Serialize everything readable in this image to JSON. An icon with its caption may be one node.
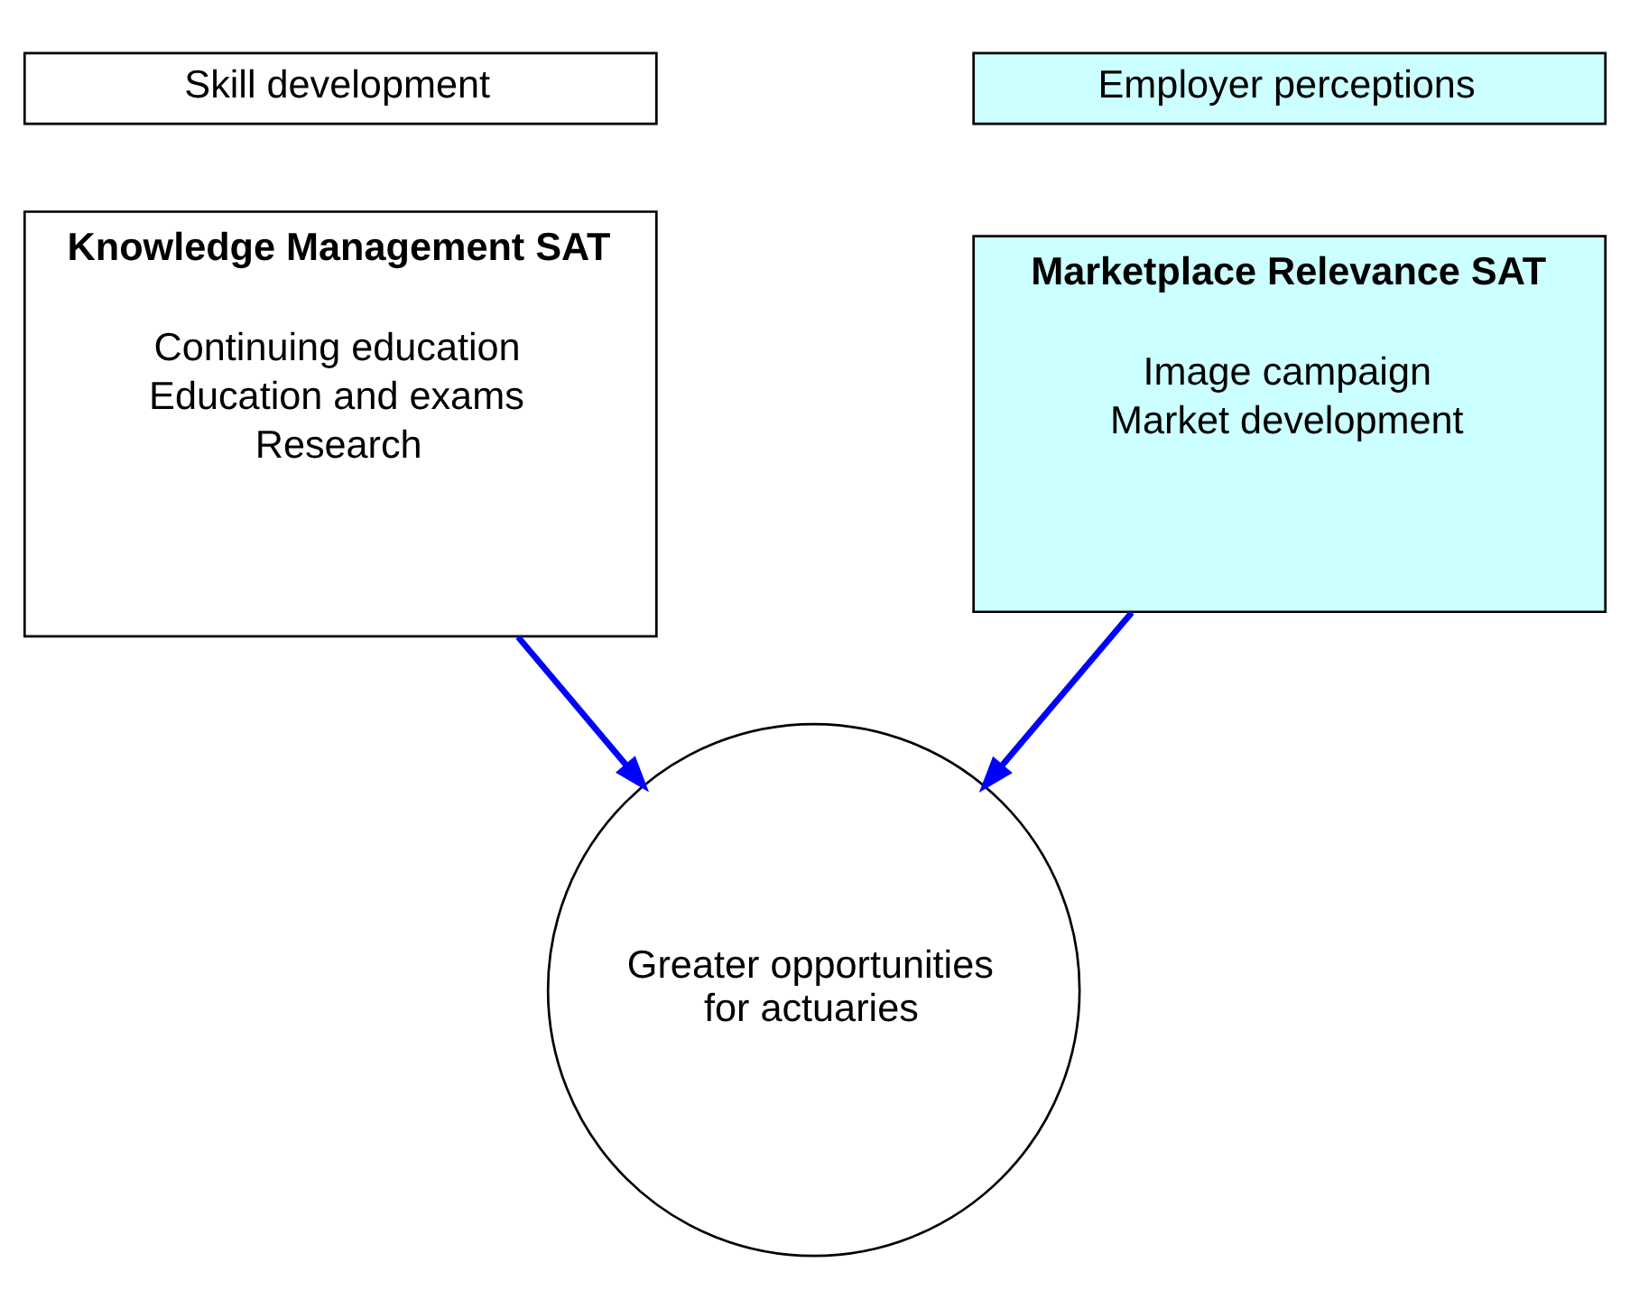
{
  "diagram": {
    "nodes": [
      {
        "text": [
          "Skill development"
        ]
      },
      {
        "text": [
          "Employer perceptions"
        ]
      },
      {
        "text": [
          "Knowledge Management SAT",
          "Continuing education",
          "Education and exams",
          "Research"
        ]
      },
      {
        "text": [
          "Marketplace Relevance SAT",
          "Image campaign",
          "Market development"
        ]
      },
      {
        "text": [
          "Greater opportunities for actuaries"
        ]
      }
    ],
    "edges": [
      {
        "from": 2,
        "to": 4,
        "arrow": "to",
        "color": "#0000ff"
      },
      {
        "from": 3,
        "to": 4,
        "arrow": "to",
        "color": "#0000ff"
      }
    ]
  }
}
